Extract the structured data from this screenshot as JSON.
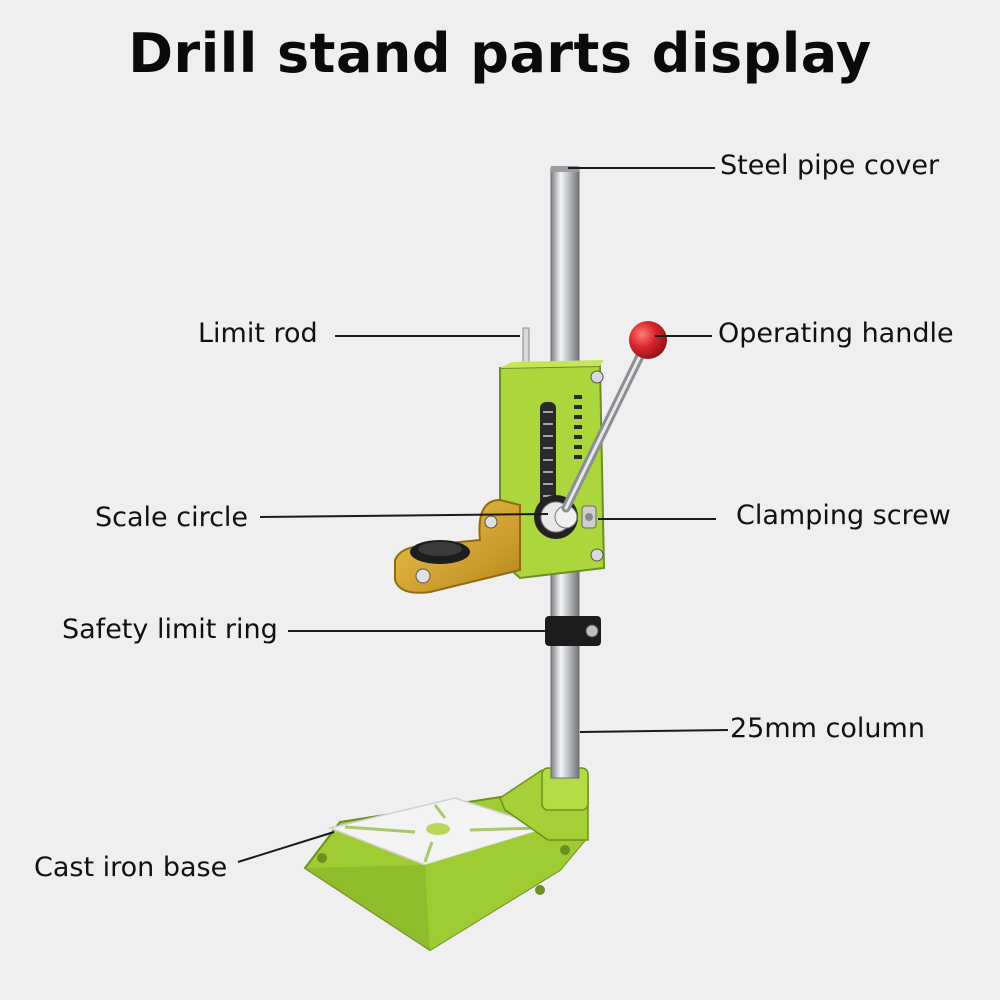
{
  "title": "Drill stand parts display",
  "labels": {
    "steel_pipe_cover": "Steel pipe cover",
    "limit_rod": "Limit rod",
    "operating_handle": "Operating handle",
    "scale_circle": "Scale circle",
    "clamping_screw": "Clamping screw",
    "safety_limit_ring": "Safety limit ring",
    "column": "25mm column",
    "cast_iron_base": "Cast iron base"
  },
  "colors": {
    "background": "#efefef",
    "stand_green": "#a8d43a",
    "stand_green_dark": "#7fa62a",
    "clamp_gold": "#d9a92a",
    "handle_red": "#d8262a",
    "steel": "#c9ccd0",
    "base_plate": "#f2f2f2"
  }
}
